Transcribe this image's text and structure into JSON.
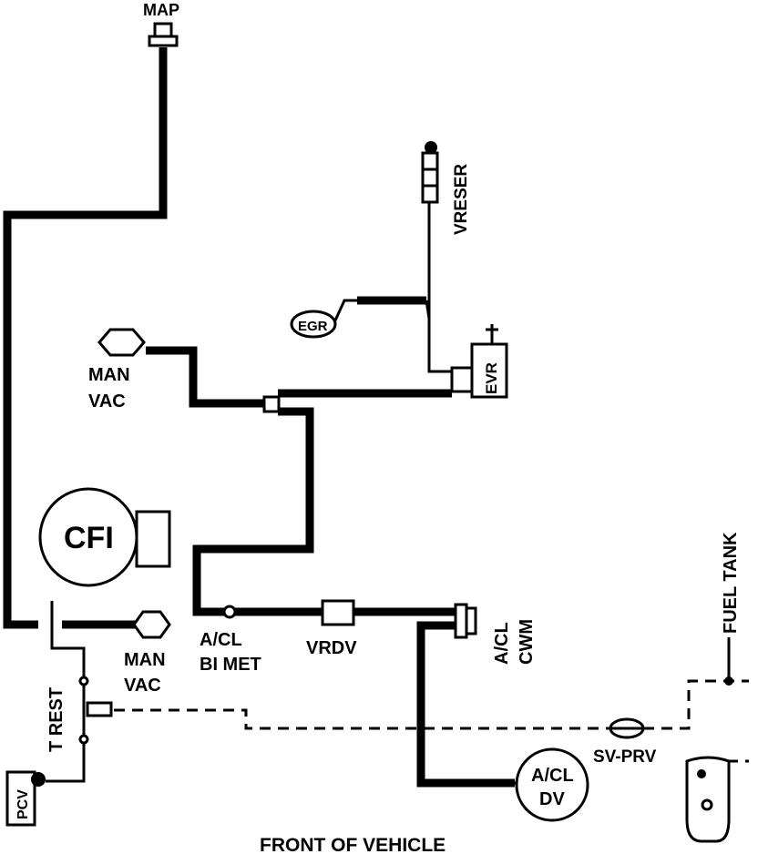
{
  "labels": {
    "map": "MAP",
    "vreser": "VRESER",
    "egr": "EGR",
    "evr": "EVR",
    "man_vac_1_line1": "MAN",
    "man_vac_1_line2": "VAC",
    "cfi": "CFI",
    "man_vac_2_line1": "MAN",
    "man_vac_2_line2": "VAC",
    "acl_bimet_line1": "A/CL",
    "acl_bimet_line2": "BI MET",
    "vrdv": "VRDV",
    "acl_cwm_line1": "A/CL",
    "acl_cwm_line2": "CWM",
    "fuel_tank": "FUEL TANK",
    "t_rest": "T REST",
    "pcv": "PCV",
    "sv_prv": "SV-PRV",
    "acl_dv_line1": "A/CL",
    "acl_dv_line2": "DV",
    "front_of_vehicle": "FRONT OF VEHICLE"
  },
  "colors": {
    "line": "#000000",
    "background": "#ffffff"
  }
}
